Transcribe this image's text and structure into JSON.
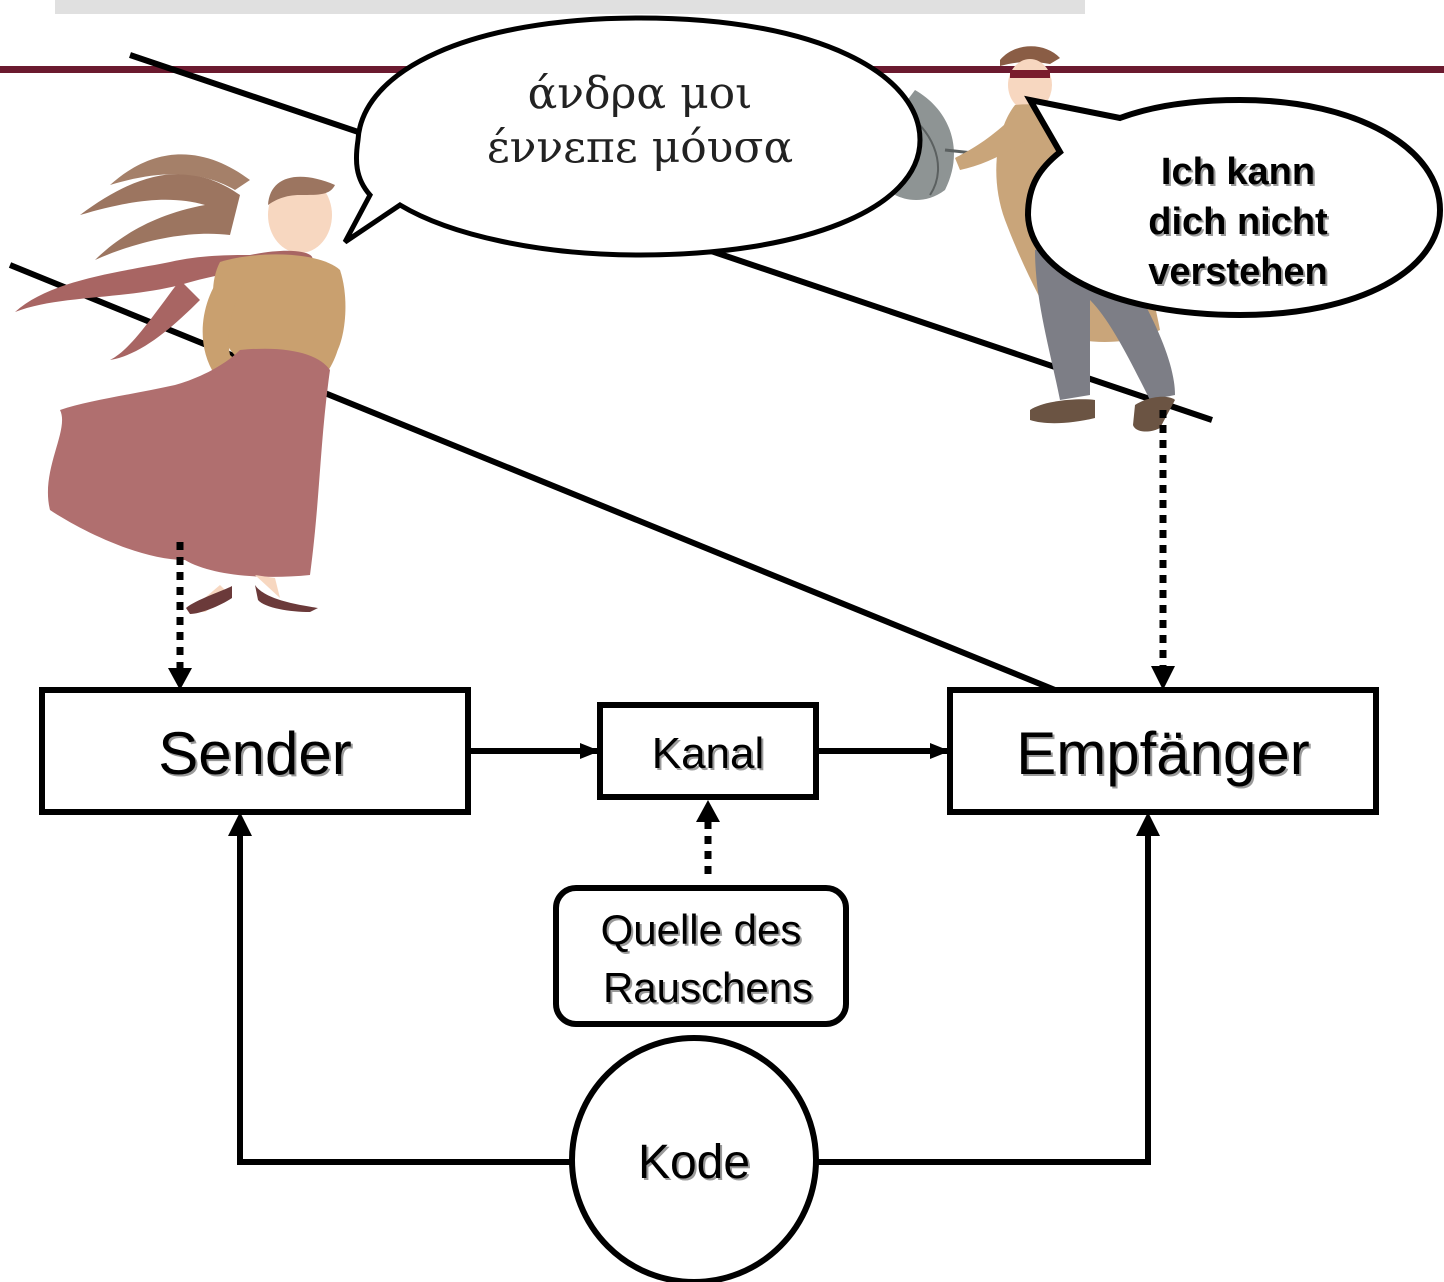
{
  "header": {
    "title_partial": "",
    "accent_color": "#6b1a2f"
  },
  "speech": {
    "sender_greek_line1": "άνδρα μοι",
    "sender_greek_line2": "έννεπε μόυσα",
    "receiver_line1": "Ich kann",
    "receiver_line2": "dich nicht",
    "receiver_line3": "verstehen"
  },
  "diagram": {
    "sender": "Sender",
    "channel": "Kanal",
    "receiver": "Empfänger",
    "noise_line1": "Quelle des",
    "noise_line2": "Rauschens",
    "code": "Kode"
  },
  "colors": {
    "woman_skirt": "#b06f6f",
    "woman_top": "#c9a06f",
    "woman_hair": "#9c7560",
    "man_coat": "#c9a57a",
    "man_pants": "#7d7e86",
    "umbrella": "#8e9494"
  }
}
